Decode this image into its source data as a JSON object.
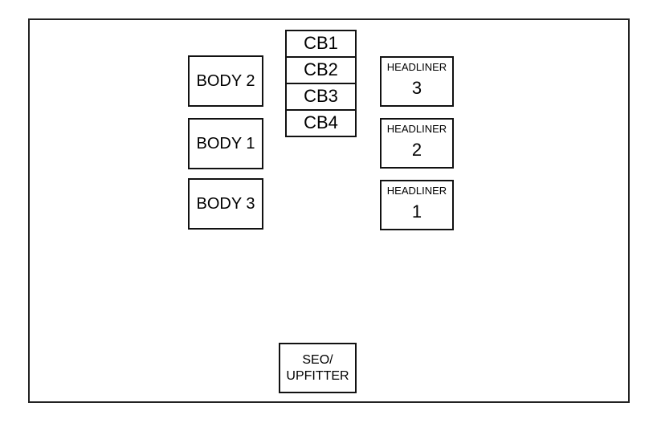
{
  "body_fuses": [
    "BODY 2",
    "BODY 1",
    "BODY 3"
  ],
  "circuit_breakers": [
    "CB1",
    "CB2",
    "CB3",
    "CB4"
  ],
  "headliner": {
    "label": "HEADLINER",
    "numbers": [
      "3",
      "2",
      "1"
    ]
  },
  "seo": {
    "line1": "SEO/",
    "line2": "UPFITTER"
  }
}
